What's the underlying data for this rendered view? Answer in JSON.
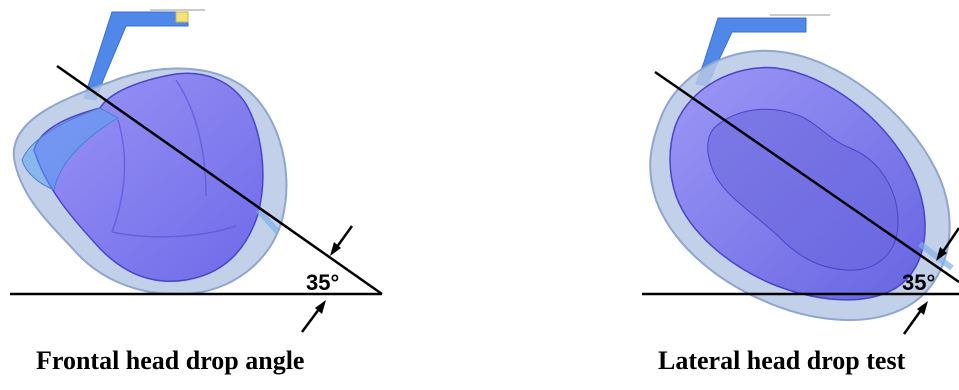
{
  "figure": {
    "panels": [
      {
        "angle_label": "35°",
        "caption": "Frontal head drop angle"
      },
      {
        "angle_label": "35°",
        "caption": "Lateral head drop test"
      }
    ]
  },
  "colors": {
    "helmet_outer": "#b7c8e6",
    "helmet_inner": "#7f7bf0",
    "bracket": "#4f88e8",
    "line": "#000000"
  }
}
